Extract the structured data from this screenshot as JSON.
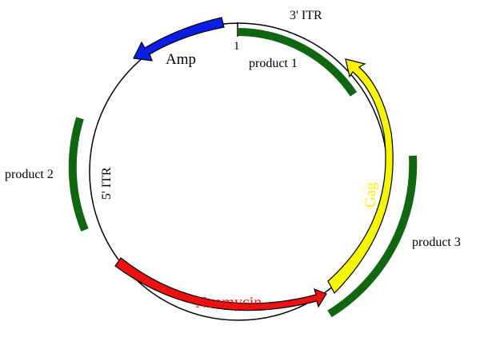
{
  "diagram": {
    "origin_label": "1",
    "colors": {
      "backbone": "#000000",
      "amp": "#0a1ee6",
      "gag": "#f5f500",
      "neomycin": "#ee1111",
      "product": "#116611",
      "text": "#000000"
    },
    "features": {
      "amp": {
        "label": "Amp"
      },
      "gag": {
        "label": "Gag"
      },
      "neomycin": {
        "label": "Neomycin"
      },
      "itr3": {
        "label": "3' ITR"
      },
      "itr5": {
        "label": "5' ITR"
      }
    },
    "products": [
      {
        "label": "product 1"
      },
      {
        "label": "product 2"
      },
      {
        "label": "product 3"
      }
    ]
  }
}
